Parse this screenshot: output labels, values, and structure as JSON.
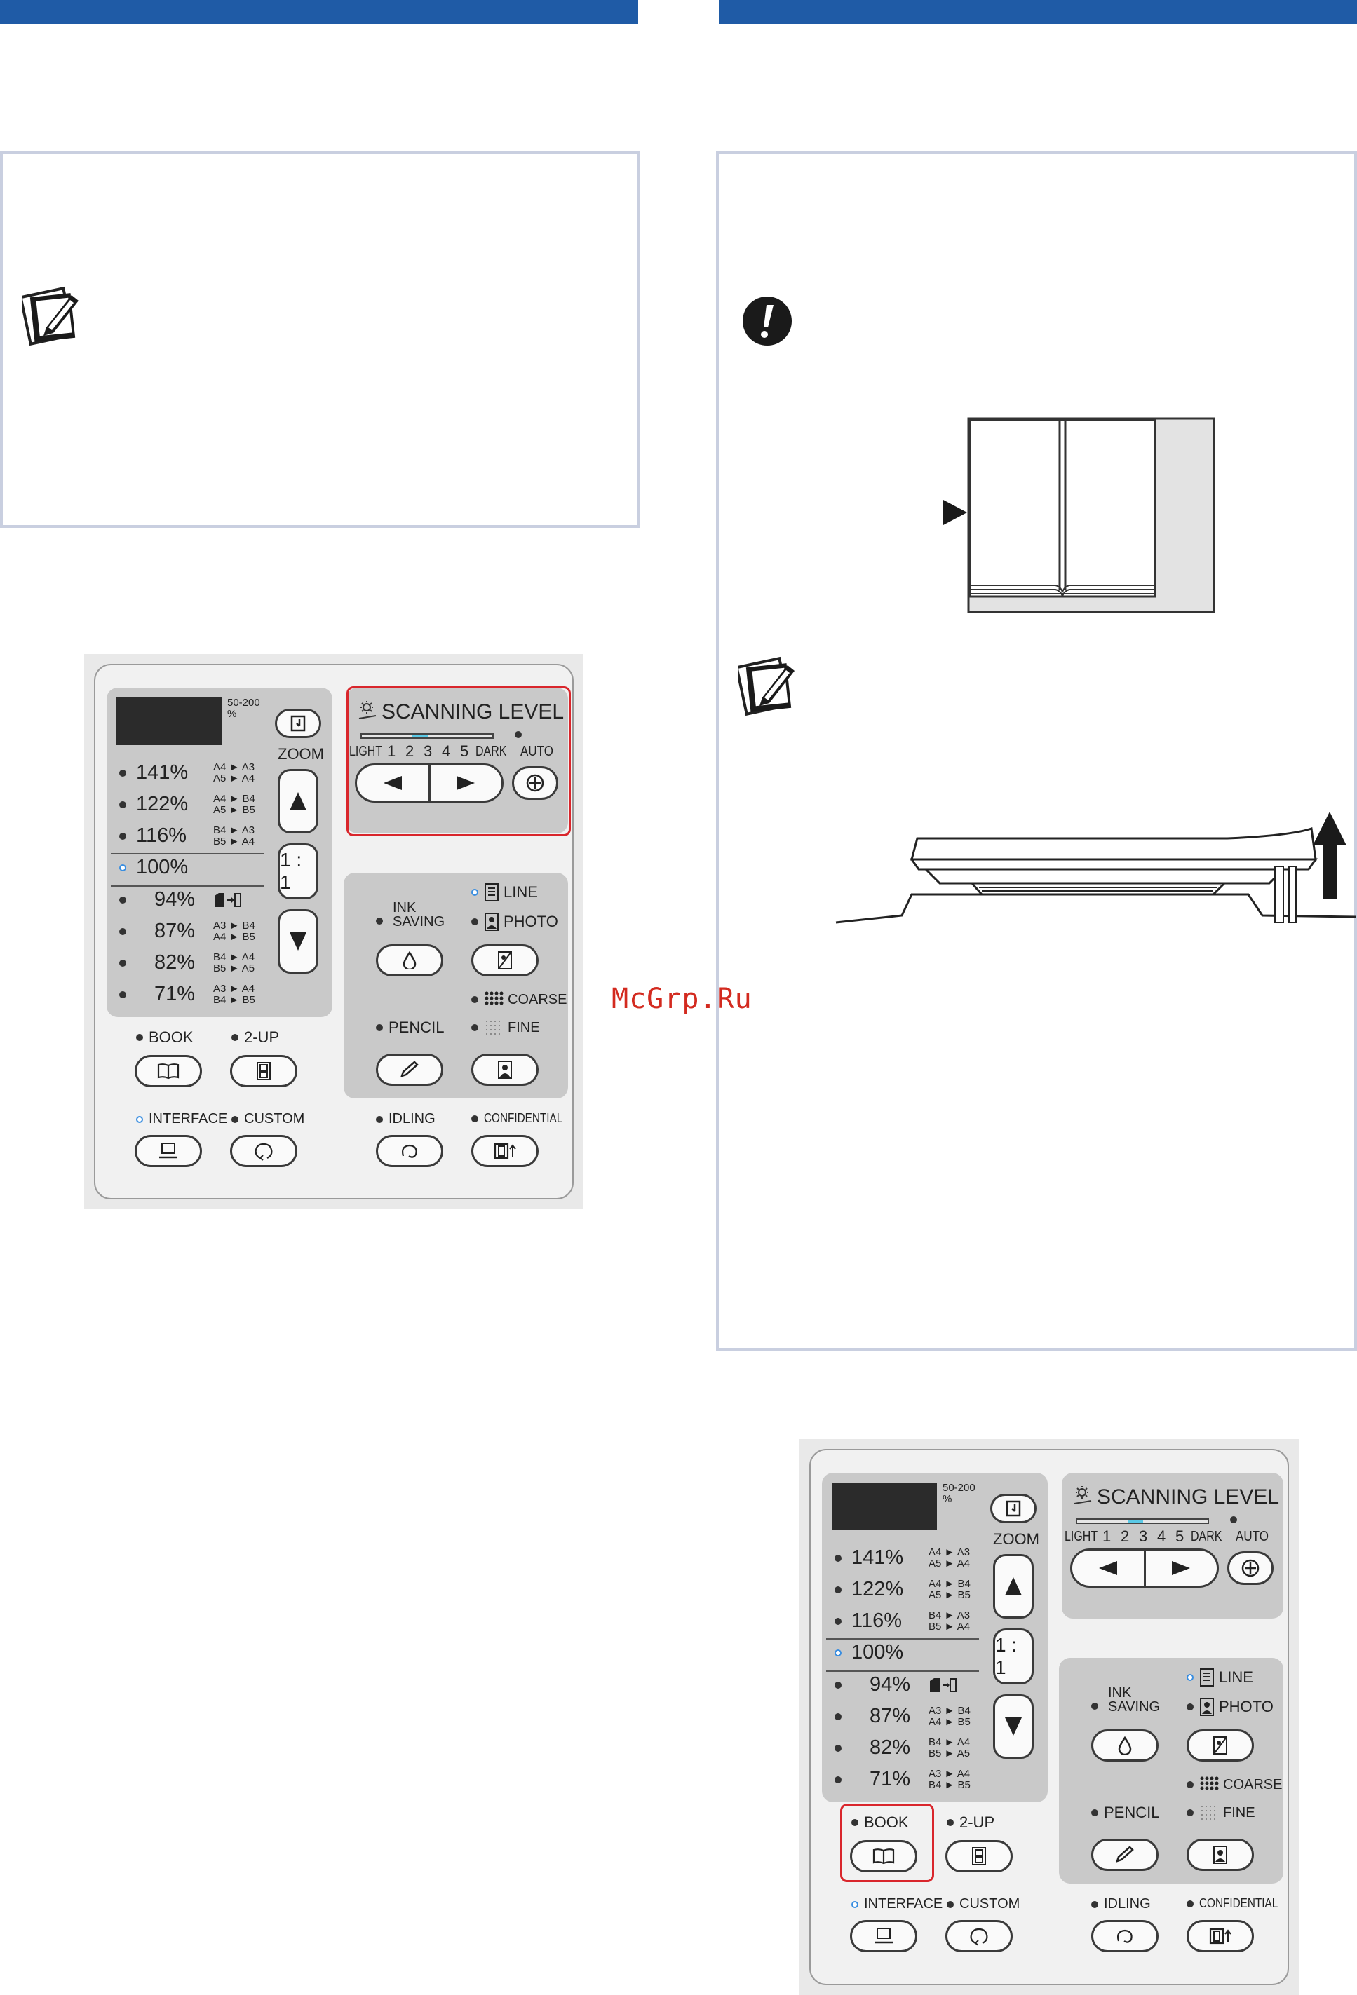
{
  "watermark": "McGrp.Ru",
  "panel": {
    "range_label": "50-200\n%",
    "zoom_label": "ZOOM",
    "one_to_one": "1 : 1",
    "zoom_rows": [
      {
        "pct": "141%",
        "sizes": "A4 ► A3\nA5 ► A4",
        "active": false
      },
      {
        "pct": "122%",
        "sizes": "A4 ► B4\nA5 ► B5",
        "active": false
      },
      {
        "pct": "116%",
        "sizes": "B4 ► A3\nB5 ► A4",
        "active": false
      },
      {
        "pct": "100%",
        "sizes": "",
        "active": true
      },
      {
        "pct": "94%",
        "sizes": "",
        "active": false
      },
      {
        "pct": "87%",
        "sizes": "A3 ► B4\nA4 ► B5",
        "active": false
      },
      {
        "pct": "82%",
        "sizes": "B4 ► A4\nB5 ► A5",
        "active": false
      },
      {
        "pct": "71%",
        "sizes": "A3 ► A4\nB4 ► B5",
        "active": false
      }
    ],
    "scanning_level": "SCANNING LEVEL",
    "light": "LIGHT",
    "dark": "DARK",
    "auto": "AUTO",
    "levels": [
      "1",
      "2",
      "3",
      "4",
      "5"
    ],
    "ink_saving": "INK\nSAVING",
    "line": "LINE",
    "photo": "PHOTO",
    "coarse": "COARSE",
    "fine": "FINE",
    "pencil": "PENCIL",
    "book": "BOOK",
    "two_up": "2-UP",
    "interface": "INTERFACE",
    "custom": "CUSTOM",
    "idling": "IDLING",
    "confidential": "CONFIDENTIAL"
  }
}
